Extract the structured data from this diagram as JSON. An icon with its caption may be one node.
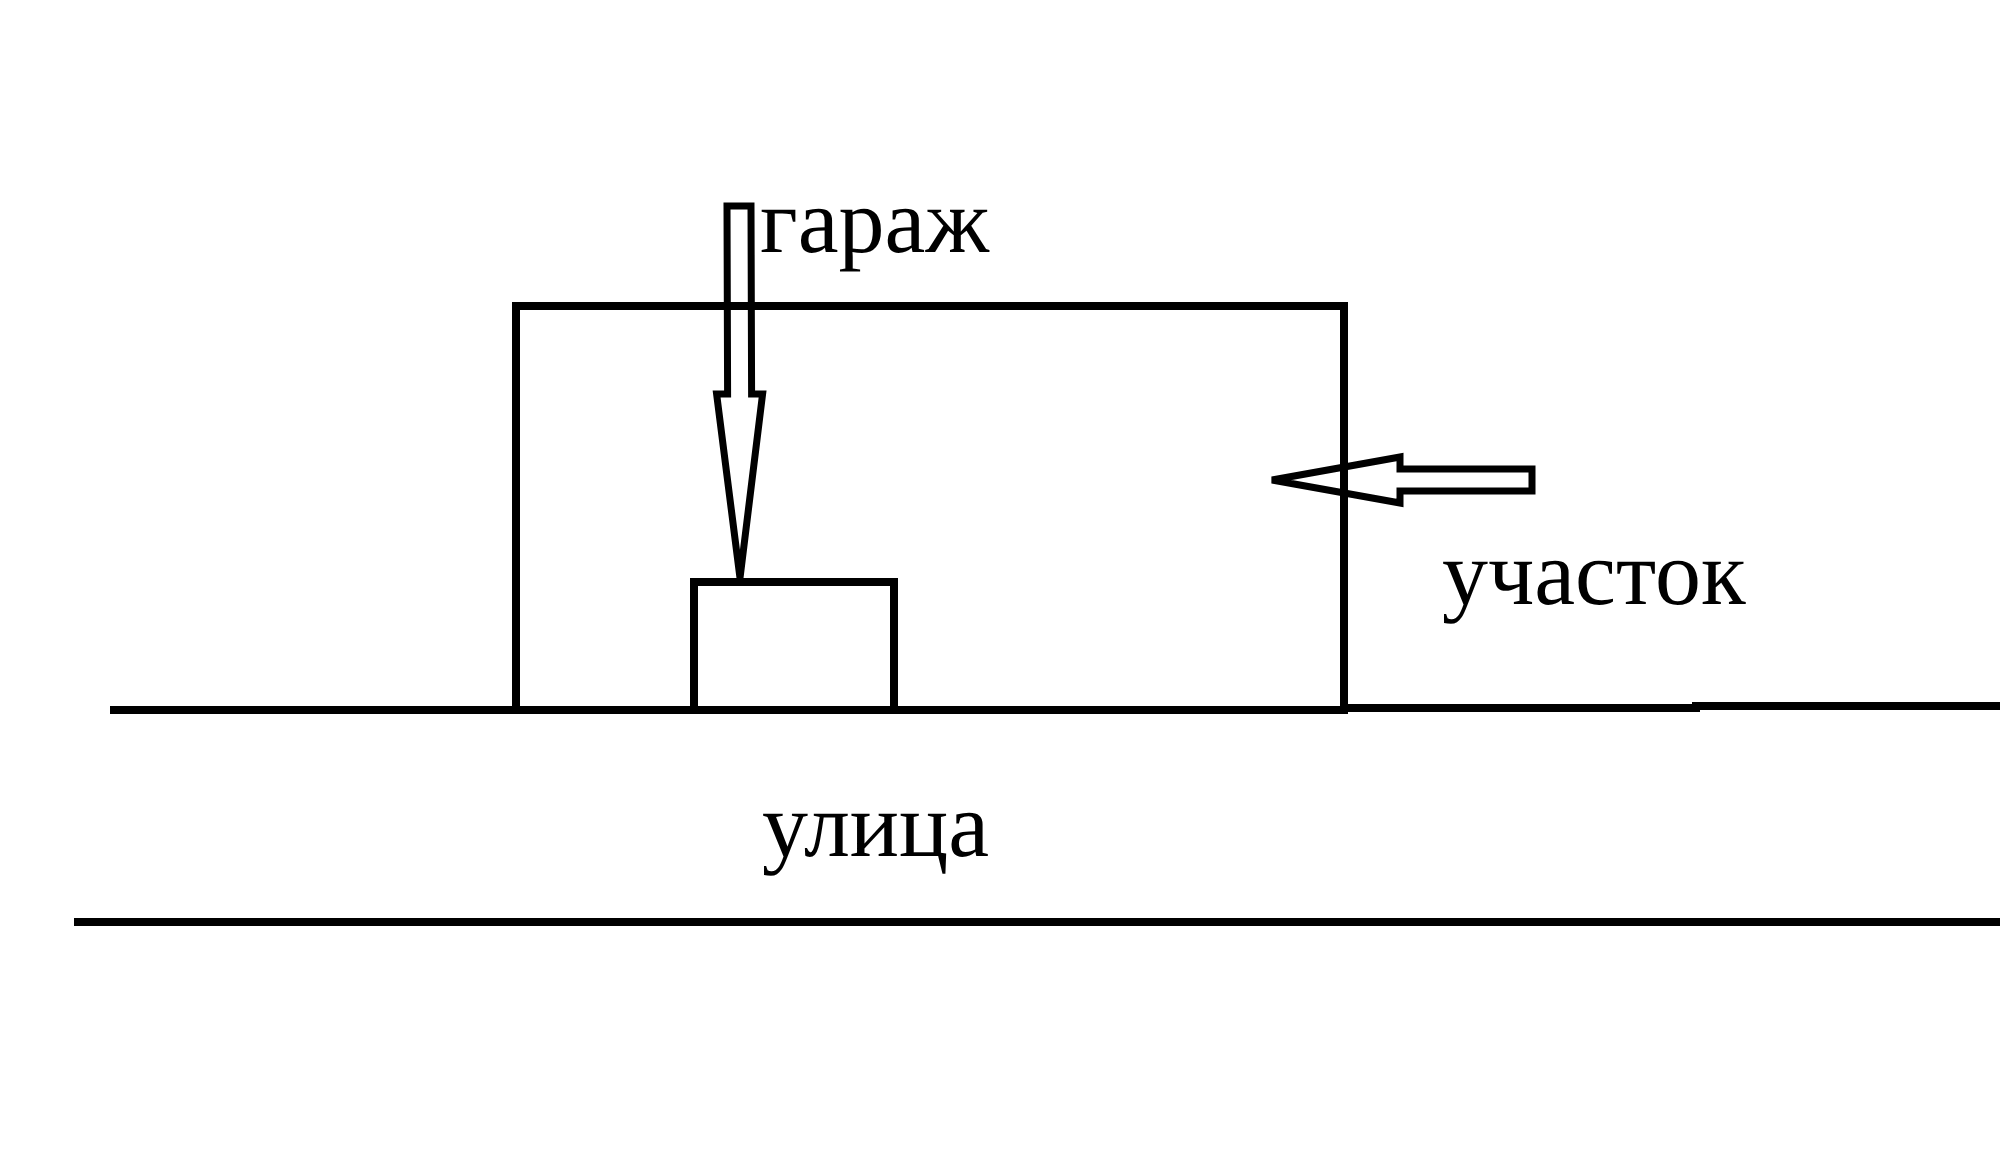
{
  "diagram": {
    "nodes": [
      {
        "text": [
          "гараж"
        ]
      },
      {
        "text": [],
        "shape": "box"
      },
      {
        "text": [],
        "shape": "box",
        "in": 1
      },
      {
        "text": [
          "участок"
        ]
      },
      {
        "text": [
          "улица"
        ]
      }
    ],
    "edges": [
      {
        "from": 0,
        "to": 2,
        "arrow": "to"
      },
      {
        "from": 3,
        "to": 1,
        "arrow": "to"
      }
    ]
  }
}
